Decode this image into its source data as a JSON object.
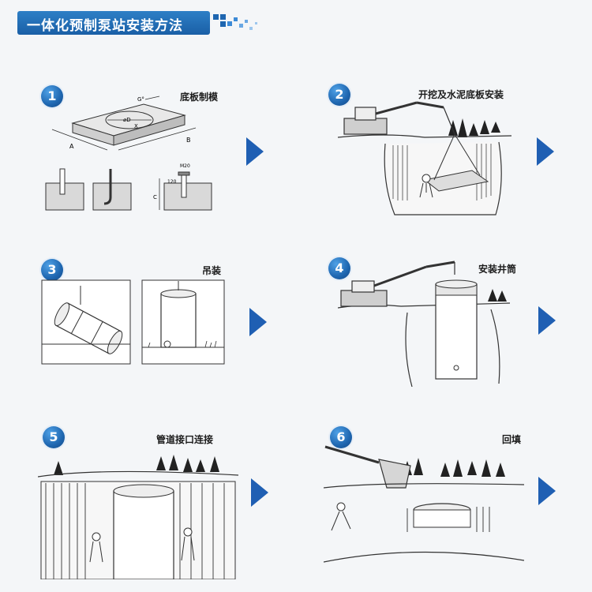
{
  "header": {
    "title": "一体化预制泵站安装方法"
  },
  "steps": [
    {
      "num": "1",
      "title": "底板制模",
      "labels": {
        "g": "G°",
        "d": "⌀D",
        "x": "X",
        "a": "A",
        "b": "B",
        "m20": "M20",
        "c": "C",
        "n120": "120"
      }
    },
    {
      "num": "2",
      "title": "开挖及水泥底板安装"
    },
    {
      "num": "3",
      "title": "吊装"
    },
    {
      "num": "4",
      "title": "安装井筒"
    },
    {
      "num": "5",
      "title": "管道接口连接"
    },
    {
      "num": "6",
      "title": "回填"
    }
  ],
  "colors": {
    "brand": "#1e66b0",
    "arrow": "#1f5fb3",
    "line": "#333333"
  }
}
